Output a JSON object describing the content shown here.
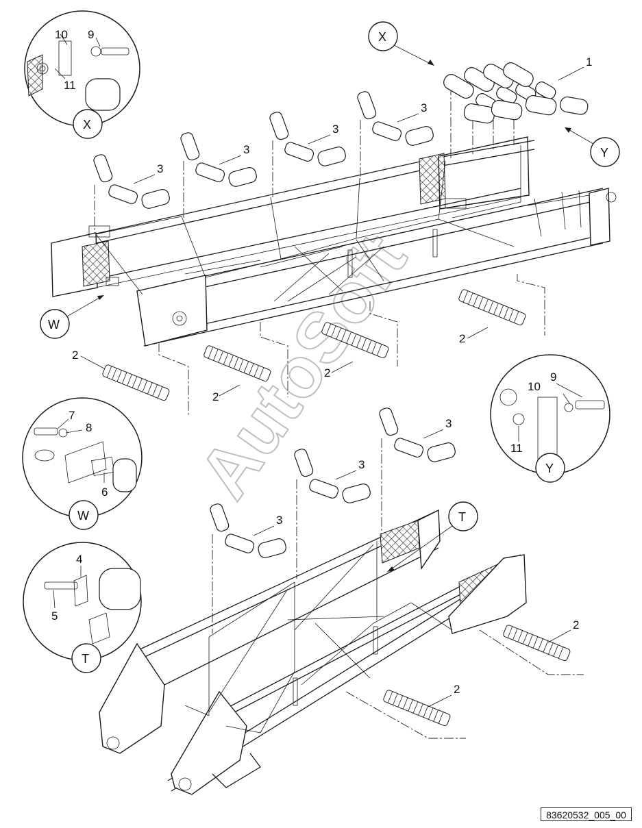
{
  "watermark": "AutoSoft",
  "figure_ref": "83620532_005_00",
  "views": {
    "x_detail": "X",
    "y_detail": "Y",
    "w_detail": "W",
    "t_detail": "T"
  },
  "view_pointers": {
    "x_pointer": "X",
    "y_pointer": "Y",
    "w_pointer": "W",
    "t_pointer": "T"
  },
  "callouts": {
    "roller_assembly_set": "1",
    "return_roller": "2",
    "troughing_roller_set": "3",
    "clip": "4",
    "bolt_t": "5",
    "plate": "6",
    "bolt_w": "7",
    "washer_w": "8",
    "bolt": "9",
    "washer": "10",
    "nut": "11"
  }
}
